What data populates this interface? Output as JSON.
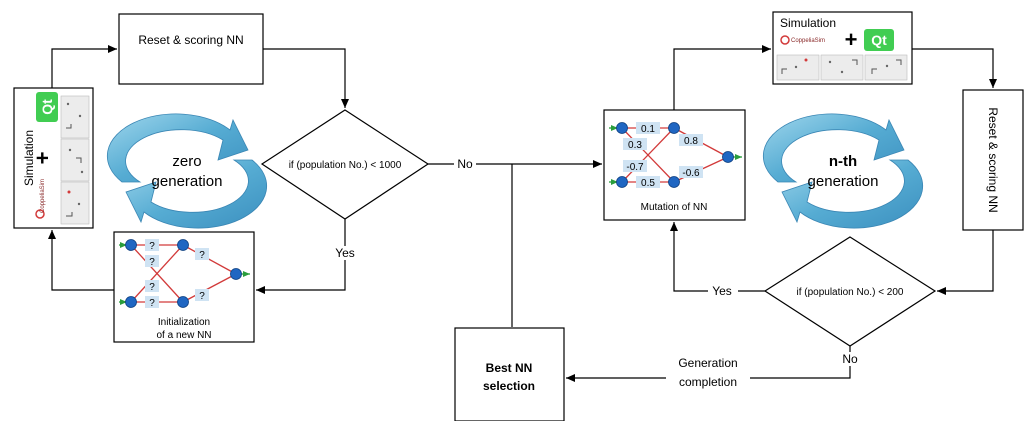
{
  "left_loop": {
    "reset_box": "Reset & scoring NN",
    "decision": "if (population No.) < 1000",
    "no_label": "No",
    "yes_label": "Yes",
    "cycle_label": [
      "zero",
      "generation"
    ],
    "init_caption": [
      "Initialization",
      "of a new NN"
    ],
    "init_weights": [
      "?",
      "?",
      "?",
      "?",
      "?",
      "?"
    ],
    "simulation": {
      "title": "Simulation",
      "plus": "+",
      "qt": "Qt",
      "logo": "CoppeliaSim"
    }
  },
  "right_loop": {
    "simulation": {
      "title": "Simulation",
      "plus": "+",
      "qt": "Qt",
      "logo": "CoppeliaSim"
    },
    "reset_box": "Reset & scoring NN",
    "decision": "if (population No.) < 200",
    "yes_label": "Yes",
    "no_label": "No",
    "cycle_label": [
      "n-th",
      "generation"
    ],
    "mutation_caption": "Mutation of NN",
    "mutation_weights": [
      "0.1",
      "0.3",
      "-0.7",
      "0.5",
      "0.8",
      "-0.6"
    ]
  },
  "bottom": {
    "best_nn": [
      "Best NN",
      "selection"
    ],
    "generation_label": [
      "Generation",
      "completion"
    ]
  },
  "colors": {
    "node": "#1f66c2",
    "edge": "#d23a3a",
    "weight_box": "#cfe3f3",
    "cycle_arrow": "#62b6d8",
    "qt_green": "#41cd52"
  }
}
